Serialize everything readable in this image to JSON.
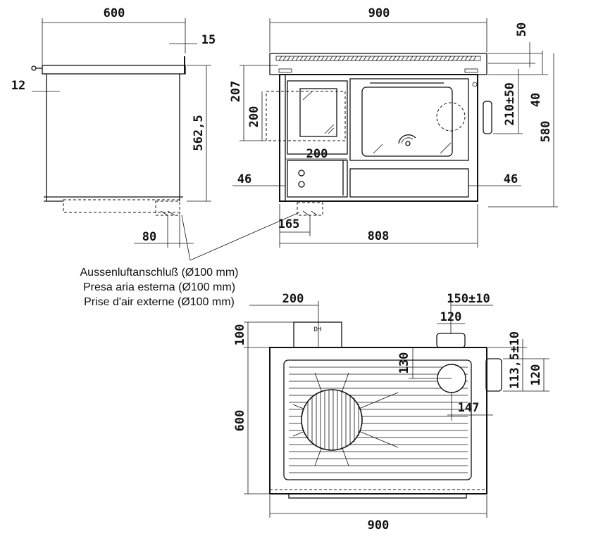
{
  "side_view": {
    "depth": "600",
    "top_overhang": "15",
    "wall_gap": "12",
    "height": "562,5",
    "air_offset": "80"
  },
  "front_view": {
    "width": "900",
    "top_height": "50",
    "firebox_top": "207",
    "firebox_height": "200",
    "firebox_width": "200",
    "drawer_height_left": "46",
    "drawer_height_right": "46",
    "flue_height": "210±50",
    "flue_top": "40",
    "total_height": "580",
    "air_inlet_offset": "165",
    "inner_width": "808"
  },
  "air_inlet_note": {
    "de": "Aussenluftanschluß (Ø100 mm)",
    "it": "Presa aria esterna (Ø100 mm)",
    "fr": "Prise d'air externe (Ø100 mm)"
  },
  "top_view": {
    "dh_width": "200",
    "dh_label": "DH",
    "flue_offset": "150±10",
    "flue_diameter": "120",
    "back_height": "100",
    "flue_from_back": "130",
    "side_flue_height": "113,5±10",
    "side_flue_diameter": "120",
    "flue_from_side": "147",
    "depth": "600",
    "width": "900"
  }
}
